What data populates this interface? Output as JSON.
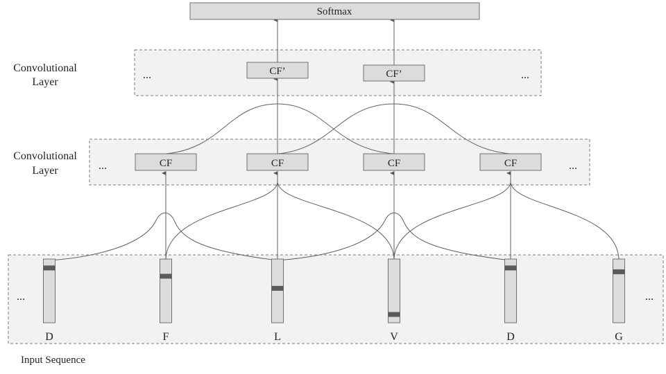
{
  "softmax": {
    "label": "Softmax"
  },
  "conv_layer_2": {
    "label_line1": "Convolutional",
    "label_line2": "Layer",
    "ellipsis_left": "...",
    "ellipsis_right": "...",
    "filters": [
      "CF’",
      "CF’"
    ]
  },
  "conv_layer_1": {
    "label_line1": "Convolutional",
    "label_line2": "Layer",
    "ellipsis_left": "...",
    "ellipsis_right": "...",
    "filters": [
      "CF",
      "CF",
      "CF",
      "CF"
    ]
  },
  "input": {
    "label": "Input Sequence",
    "ellipsis_left": "...",
    "ellipsis_right": "...",
    "tokens": [
      {
        "letter": "D",
        "marker": 0.14
      },
      {
        "letter": "F",
        "marker": 0.27
      },
      {
        "letter": "L",
        "marker": 0.46
      },
      {
        "letter": "V",
        "marker": 0.87
      },
      {
        "letter": "D",
        "marker": 0.14
      },
      {
        "letter": "G",
        "marker": 0.2
      }
    ]
  },
  "colors": {
    "box_fill": "#dcdcdc",
    "box_stroke": "#707070",
    "layer_fill": "#f2f2f2",
    "layer_stroke": "#7a7a7a",
    "marker": "#5a5a5a",
    "line": "#606060"
  }
}
